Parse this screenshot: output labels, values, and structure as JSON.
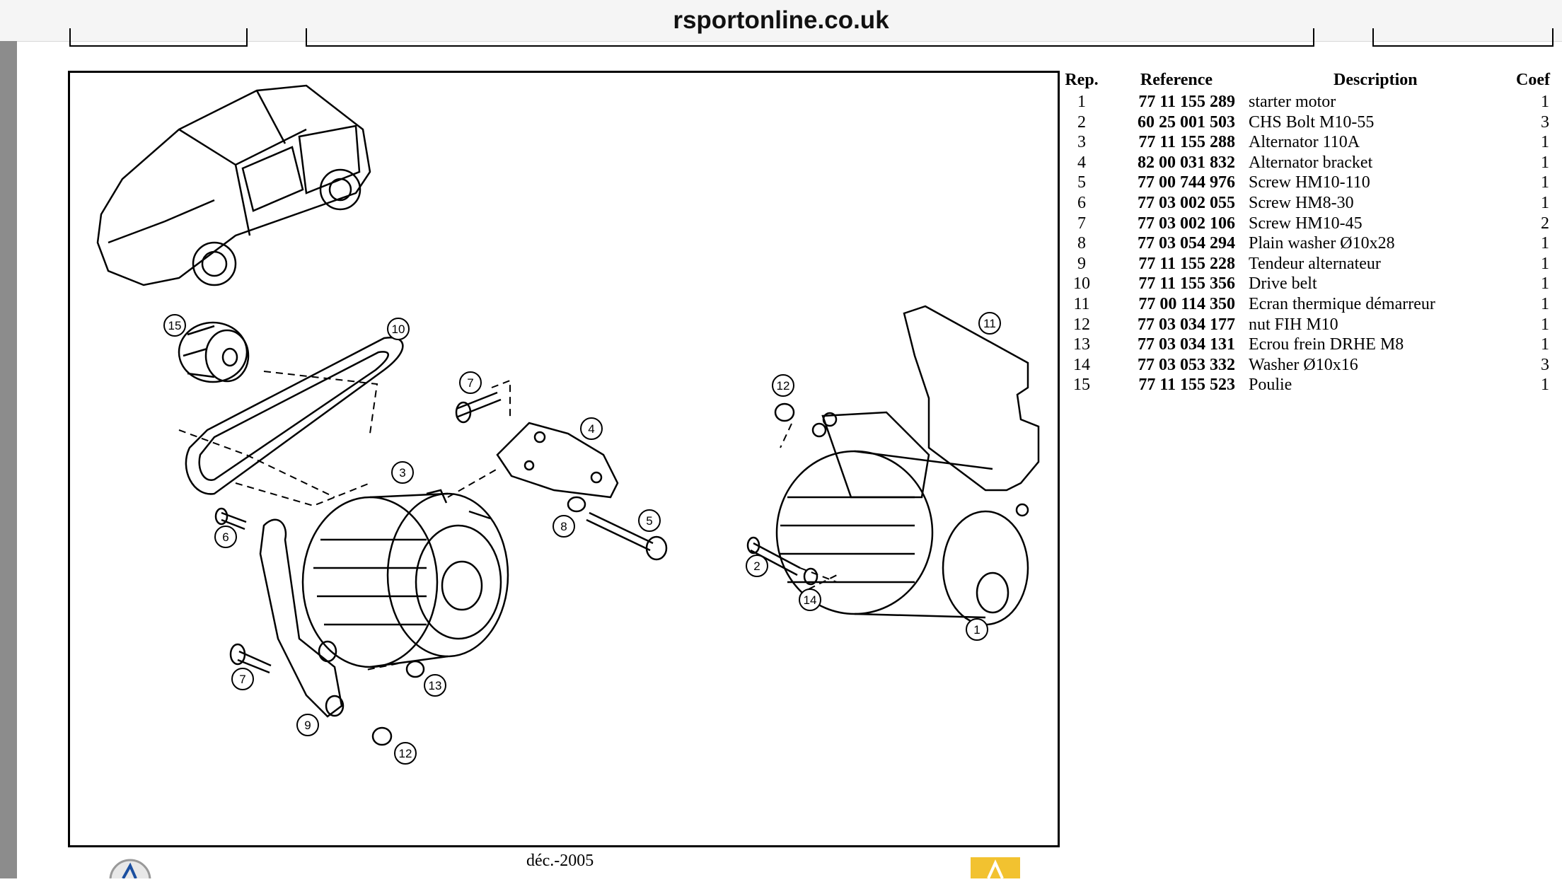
{
  "browser": {
    "url": "rsportonline.co.uk"
  },
  "table": {
    "headers": {
      "rep": "Rep.",
      "reference": "Reference",
      "description": "Description",
      "coef": "Coef"
    },
    "rows": [
      {
        "rep": "1",
        "reference": "77 11 155 289",
        "description": "starter motor",
        "coef": "1"
      },
      {
        "rep": "2",
        "reference": "60 25 001 503",
        "description": "CHS Bolt M10-55",
        "coef": "3"
      },
      {
        "rep": "3",
        "reference": "77 11 155 288",
        "description": "Alternator 110A",
        "coef": "1"
      },
      {
        "rep": "4",
        "reference": "82 00 031 832",
        "description": "Alternator bracket",
        "coef": "1"
      },
      {
        "rep": "5",
        "reference": "77 00 744 976",
        "description": "Screw HM10-110",
        "coef": "1"
      },
      {
        "rep": "6",
        "reference": "77 03 002 055",
        "description": "Screw HM8-30",
        "coef": "1"
      },
      {
        "rep": "7",
        "reference": "77 03 002 106",
        "description": "Screw HM10-45",
        "coef": "2"
      },
      {
        "rep": "8",
        "reference": "77 03 054 294",
        "description": "Plain washer Ø10x28",
        "coef": "1"
      },
      {
        "rep": "9",
        "reference": "77 11 155 228",
        "description": "Tendeur alternateur",
        "coef": "1"
      },
      {
        "rep": "10",
        "reference": "77 11 155 356",
        "description": "Drive belt",
        "coef": "1"
      },
      {
        "rep": "11",
        "reference": "77 00 114 350",
        "description": "Ecran thermique démarreur",
        "coef": "1"
      },
      {
        "rep": "12",
        "reference": "77 03 034 177",
        "description": "nut FIH M10",
        "coef": "1"
      },
      {
        "rep": "13",
        "reference": "77 03 034 131",
        "description": "Ecrou frein DRHE M8",
        "coef": "1"
      },
      {
        "rep": "14",
        "reference": "77 03 053 332",
        "description": "Washer Ø10x16",
        "coef": "3"
      },
      {
        "rep": "15",
        "reference": "77 11 155 523",
        "description": "Poulie",
        "coef": "1"
      }
    ]
  },
  "diagram": {
    "callouts": [
      "15",
      "10",
      "7",
      "4",
      "3",
      "6",
      "8",
      "5",
      "12",
      "11",
      "2",
      "14",
      "1",
      "7",
      "13",
      "9",
      "12"
    ]
  },
  "footer": {
    "date": "déc.-2005"
  }
}
